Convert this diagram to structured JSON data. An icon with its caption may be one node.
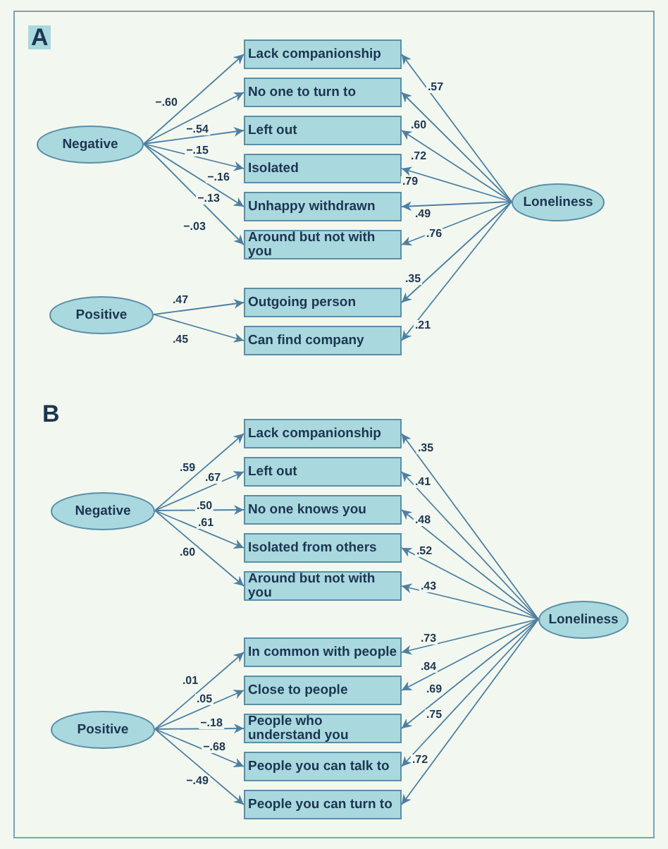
{
  "diagram": {
    "nodes": [
      {
        "text": [
          "Negative"
        ]
      },
      {
        "text": [
          "Lack companionship"
        ]
      },
      {
        "text": [
          "No one to turn to"
        ]
      },
      {
        "text": [
          "Left out"
        ]
      },
      {
        "text": [
          "Isolated"
        ]
      },
      {
        "text": [
          "Unhappy withdrawn"
        ]
      },
      {
        "text": [
          "Around but not with you"
        ]
      },
      {
        "text": [
          "Positive"
        ]
      },
      {
        "text": [
          "Outgoing person"
        ]
      },
      {
        "text": [
          "Can find company"
        ]
      },
      {
        "text": [
          "Loneliness"
        ]
      },
      {
        "text": [
          "Negative"
        ]
      },
      {
        "text": [
          "Lack companionship"
        ]
      },
      {
        "text": [
          "Left out"
        ]
      },
      {
        "text": [
          "No one knows you"
        ]
      },
      {
        "text": [
          "Isolated from others"
        ]
      },
      {
        "text": [
          "Around but not with you"
        ]
      },
      {
        "text": [
          "Positive"
        ]
      },
      {
        "text": [
          "In common with people"
        ]
      },
      {
        "text": [
          "Close to people"
        ]
      },
      {
        "text": [
          "People who understand you"
        ]
      },
      {
        "text": [
          "People you can talk to"
        ]
      },
      {
        "text": [
          "People you can turn to"
        ]
      },
      {
        "text": [
          "Loneliness"
        ]
      }
    ],
    "edges": [
      {
        "from": 0,
        "to": 1,
        "arrow": "to",
        "label": "−.60"
      },
      {
        "from": 0,
        "to": 2,
        "arrow": "to",
        "label": "−.54"
      },
      {
        "from": 0,
        "to": 3,
        "arrow": "to",
        "label": "−.15"
      },
      {
        "from": 0,
        "to": 4,
        "arrow": "to",
        "label": "−.16"
      },
      {
        "from": 0,
        "to": 5,
        "arrow": "to",
        "label": "−.13"
      },
      {
        "from": 0,
        "to": 6,
        "arrow": "to",
        "label": "−.03"
      },
      {
        "from": 7,
        "to": 8,
        "arrow": "to",
        "label": ".47"
      },
      {
        "from": 7,
        "to": 9,
        "arrow": "to",
        "label": ".45"
      },
      {
        "from": 10,
        "to": 1,
        "arrow": "to",
        "label": ".57"
      },
      {
        "from": 10,
        "to": 2,
        "arrow": "to",
        "label": ".60"
      },
      {
        "from": 10,
        "to": 3,
        "arrow": "to",
        "label": ".72"
      },
      {
        "from": 10,
        "to": 4,
        "arrow": "to",
        "label": ".79"
      },
      {
        "from": 10,
        "to": 5,
        "arrow": "to",
        "label": ".49"
      },
      {
        "from": 10,
        "to": 6,
        "arrow": "to",
        "label": ".76"
      },
      {
        "from": 10,
        "to": 8,
        "arrow": "to",
        "label": ".35"
      },
      {
        "from": 10,
        "to": 9,
        "arrow": "to",
        "label": ".21"
      },
      {
        "from": 11,
        "to": 12,
        "arrow": "to",
        "label": ".59"
      },
      {
        "from": 11,
        "to": 13,
        "arrow": "to",
        "label": ".67"
      },
      {
        "from": 11,
        "to": 14,
        "arrow": "to",
        "label": ".50"
      },
      {
        "from": 11,
        "to": 15,
        "arrow": "to",
        "label": ".61"
      },
      {
        "from": 11,
        "to": 16,
        "arrow": "to",
        "label": ".60"
      },
      {
        "from": 17,
        "to": 18,
        "arrow": "to",
        "label": ".01"
      },
      {
        "from": 17,
        "to": 19,
        "arrow": "to",
        "label": ".05"
      },
      {
        "from": 17,
        "to": 20,
        "arrow": "to",
        "label": "−.18"
      },
      {
        "from": 17,
        "to": 21,
        "arrow": "to",
        "label": "−.68"
      },
      {
        "from": 17,
        "to": 22,
        "arrow": "to",
        "label": "−.49"
      },
      {
        "from": 23,
        "to": 12,
        "arrow": "to",
        "label": ".35"
      },
      {
        "from": 23,
        "to": 13,
        "arrow": "to",
        "label": ".41"
      },
      {
        "from": 23,
        "to": 14,
        "arrow": "to",
        "label": ".48"
      },
      {
        "from": 23,
        "to": 15,
        "arrow": "to",
        "label": ".52"
      },
      {
        "from": 23,
        "to": 16,
        "arrow": "to",
        "label": ".43"
      },
      {
        "from": 23,
        "to": 18,
        "arrow": "to",
        "label": ".73"
      },
      {
        "from": 23,
        "to": 19,
        "arrow": "to",
        "label": ".84"
      },
      {
        "from": 23,
        "to": 20,
        "arrow": "to",
        "label": ".69"
      },
      {
        "from": 23,
        "to": 21,
        "arrow": "to",
        "label": ".75"
      },
      {
        "from": 23,
        "to": 22,
        "arrow": "to",
        "label": ".72"
      }
    ],
    "labels": [
      "A",
      "B"
    ]
  }
}
